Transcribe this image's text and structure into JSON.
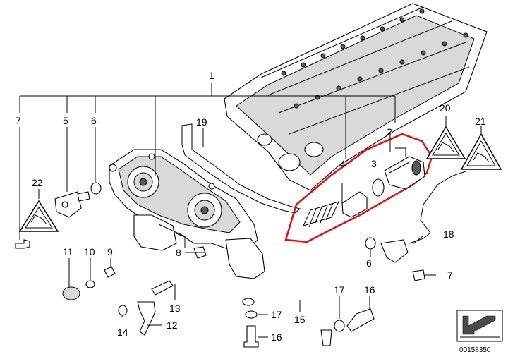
{
  "callouts": {
    "n1": "1",
    "n2": "2",
    "n3": "3",
    "n4": "4",
    "n5": "5",
    "n6a": "6",
    "n6b": "6",
    "n7a": "7",
    "n7b": "7",
    "n8": "8",
    "n9": "9",
    "n10": "10",
    "n11": "11",
    "n12": "12",
    "n13": "13",
    "n14": "14",
    "n15": "15",
    "n16a": "16",
    "n16b": "16",
    "n17a": "17",
    "n17b": "17",
    "n18": "18",
    "n19": "19",
    "n20": "20",
    "n21": "21",
    "n22": "22"
  },
  "reference_number": "00158350",
  "highlight_color": "#e01010"
}
